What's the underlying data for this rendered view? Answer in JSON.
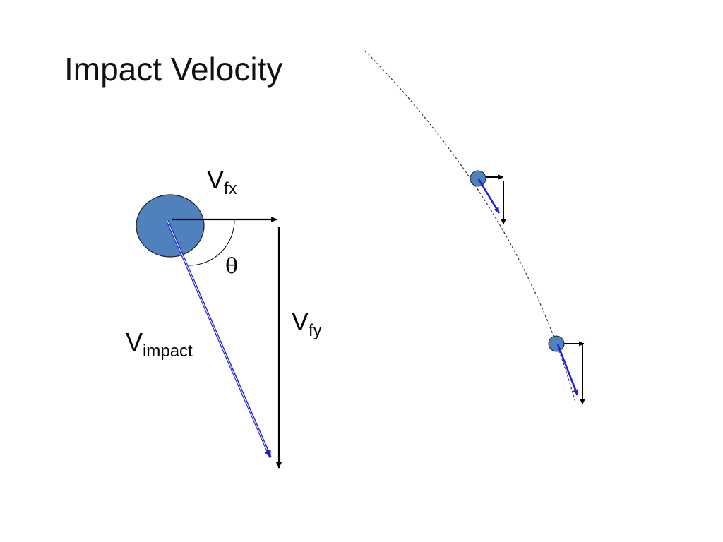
{
  "slide": {
    "title": "Impact Velocity",
    "labels": {
      "vfx_main": "V",
      "vfx_sub": "fx",
      "vfy_main": "V",
      "vfy_sub": "fy",
      "vimpact_main": "V",
      "vimpact_sub": "impact",
      "theta": "θ"
    }
  },
  "colors": {
    "ball_fill": "#4f81bd",
    "ball_stroke": "#1f1f1f",
    "impact_vector": "#1f1fd6",
    "component_vector": "#000000",
    "trajectory": "#333333"
  }
}
